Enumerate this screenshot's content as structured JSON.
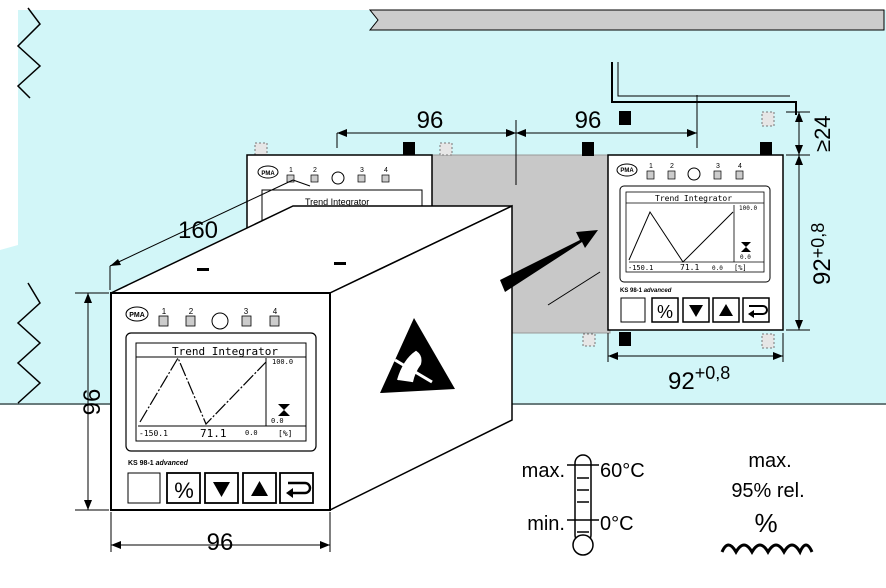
{
  "dimensions": {
    "front_width": "96",
    "front_height": "96",
    "depth": "160",
    "spacing_1": "96",
    "spacing_2": "96",
    "cutout_width_base": "92",
    "cutout_width_tol": "+0,8",
    "cutout_height_base": "92",
    "cutout_height_tol": "+0,8",
    "min_gap": "≥24"
  },
  "device": {
    "brand": "PMA",
    "led_1": "1",
    "led_2": "2",
    "led_3": "3",
    "led_4": "4",
    "screen_title": "Trend Integrator",
    "scale_max": "100.0",
    "scale_min": "0.0",
    "value_left": "-150.1",
    "value_center": "71.1",
    "value_right": "0.0",
    "unit": "[%]",
    "model": "KS 98-1",
    "model_suffix": "advanced"
  },
  "temperature": {
    "max_label": "max.",
    "max_value": "60°C",
    "min_label": "min.",
    "min_value": "0°C"
  },
  "humidity": {
    "line1": "max.",
    "line2": "95% rel.",
    "symbol": "%"
  },
  "colors": {
    "background": "#d2f6f8",
    "panel": "#cccccc",
    "housing": "#ffffff",
    "outline": "#000000"
  }
}
